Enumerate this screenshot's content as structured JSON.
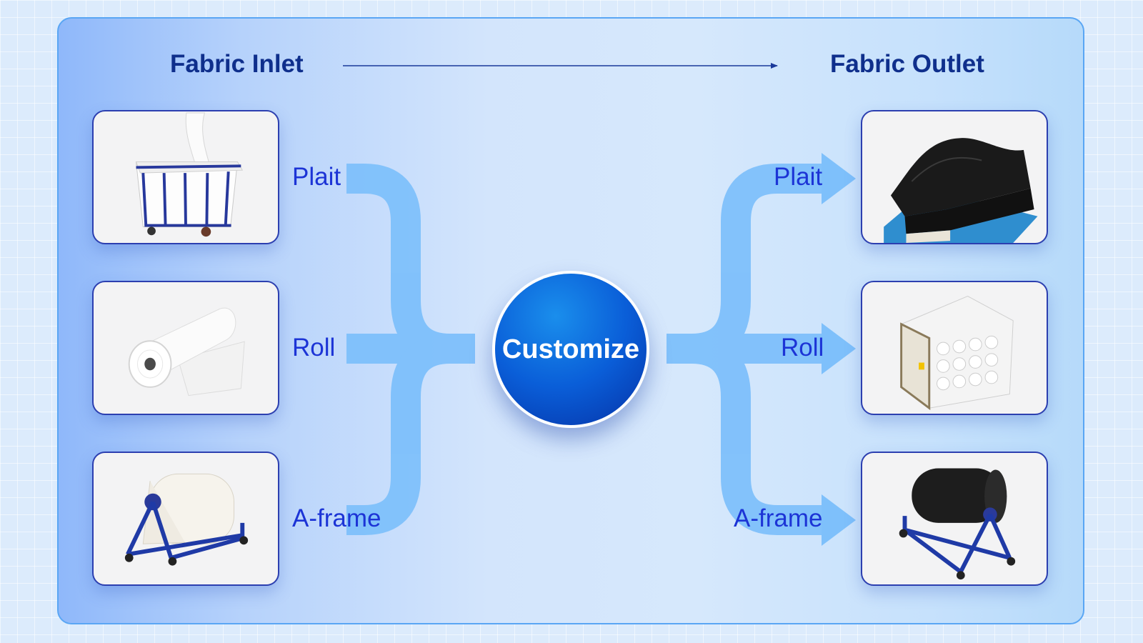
{
  "header": {
    "inlet_title": "Fabric Inlet",
    "outlet_title": "Fabric Outlet"
  },
  "hub": {
    "label": "Customize"
  },
  "inlet": {
    "items": [
      {
        "label": "Plait",
        "image": "fabric-cart-image"
      },
      {
        "label": "Roll",
        "image": "white-fabric-roll-image"
      },
      {
        "label": "A-frame",
        "image": "blue-a-frame-white-roll-image"
      }
    ]
  },
  "outlet": {
    "items": [
      {
        "label": "Plait",
        "image": "black-plaited-fabric-on-pallet-image"
      },
      {
        "label": "Roll",
        "image": "bundled-white-rolls-image"
      },
      {
        "label": "A-frame",
        "image": "blue-a-frame-black-roll-image"
      }
    ]
  },
  "colors": {
    "accent": "#0a5ed8",
    "heading": "#0f2f8c",
    "label": "#1c34d6",
    "flow": "#7ec0fb",
    "frame": "#2c3fb0"
  }
}
